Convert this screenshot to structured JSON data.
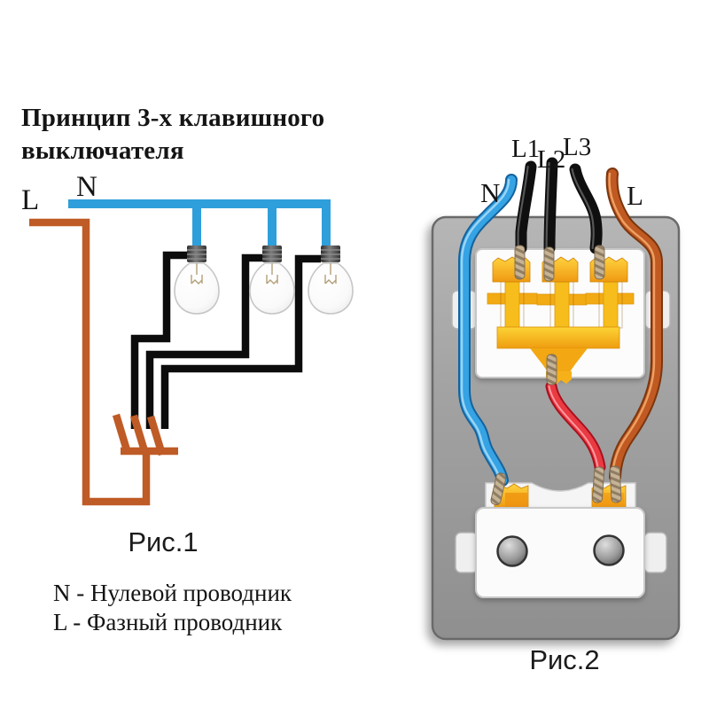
{
  "figure1": {
    "title_line1": "Принцип 3-х клавишного",
    "title_line2": "выключателя",
    "neutral_label": "N",
    "phase_label": "L",
    "caption": "Рис.1"
  },
  "legend": {
    "line1": "N - Нулевой проводник",
    "line2": "L - Фазный проводник"
  },
  "figure2": {
    "caption": "Рис.2",
    "labels": {
      "l1": "L1",
      "l2": "L2",
      "l3": "L3",
      "n": "N",
      "l": "L"
    }
  },
  "colors": {
    "neutral_wire_blue": "#2f9fdb",
    "phase_wire_brown": "#bf5b26",
    "switched_wire_black": "#0c0c0c",
    "internal_wire_red": "#ea3a42",
    "mechanism_orange": "#f09d16",
    "mechanism_yellow": "#f6bd1d",
    "switch_body_gray": "#9d9d9d"
  }
}
